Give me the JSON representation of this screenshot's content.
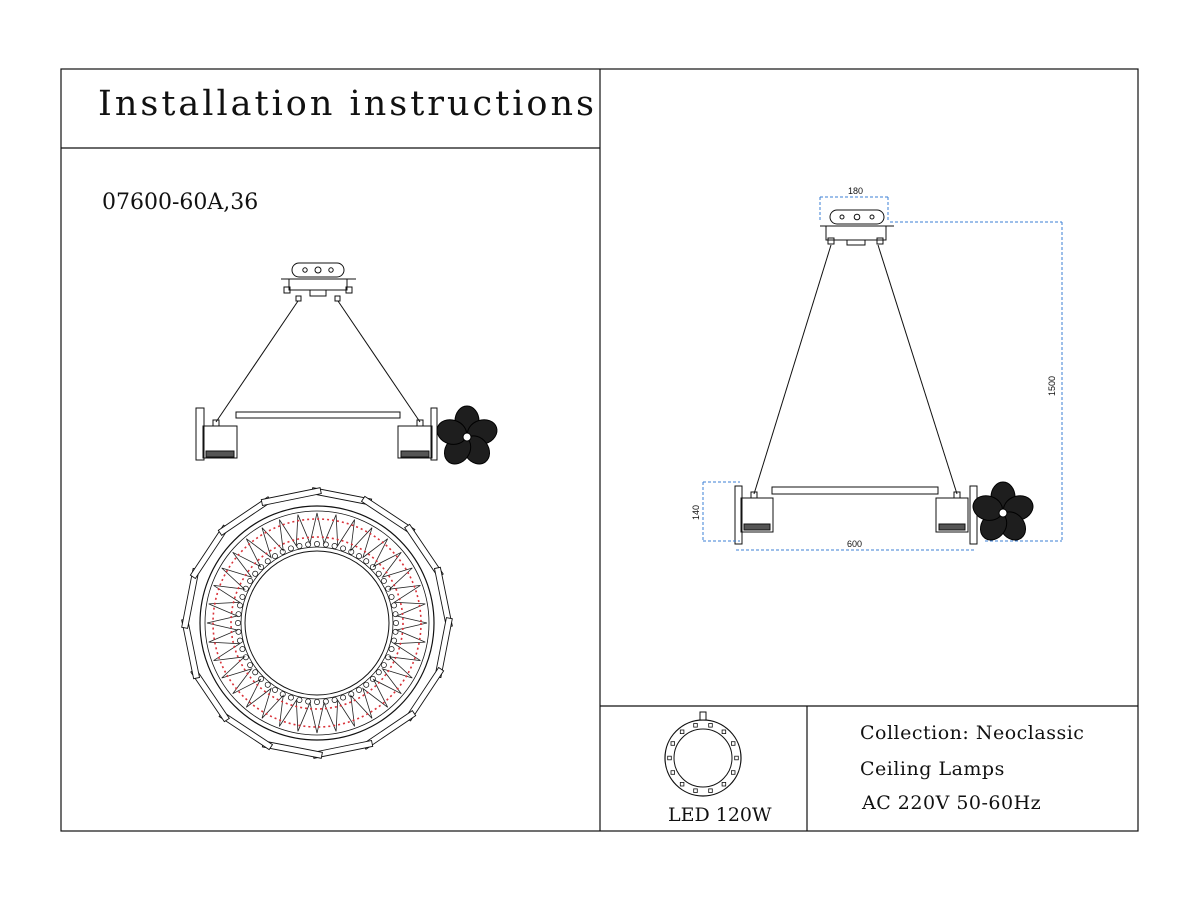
{
  "header": {
    "title": "Installation instructions"
  },
  "product": {
    "model": "07600-60A,36"
  },
  "dimensions": {
    "top_width": "180",
    "height": "1500",
    "ring_height": "140",
    "ring_width": "600"
  },
  "power_block": {
    "label": "LED 120W"
  },
  "specs": {
    "collection": "Collection: Neoclassic",
    "category": "Ceiling Lamps",
    "power": "AC 220V   50-60Hz"
  },
  "colors": {
    "line": "#111111",
    "dimension": "#3b7fd6",
    "accent_led": "#d9333a",
    "flower": "#222222"
  },
  "icons": [
    "ceiling-canopy-icon",
    "flower-ornament-icon",
    "led-ring-icon"
  ]
}
